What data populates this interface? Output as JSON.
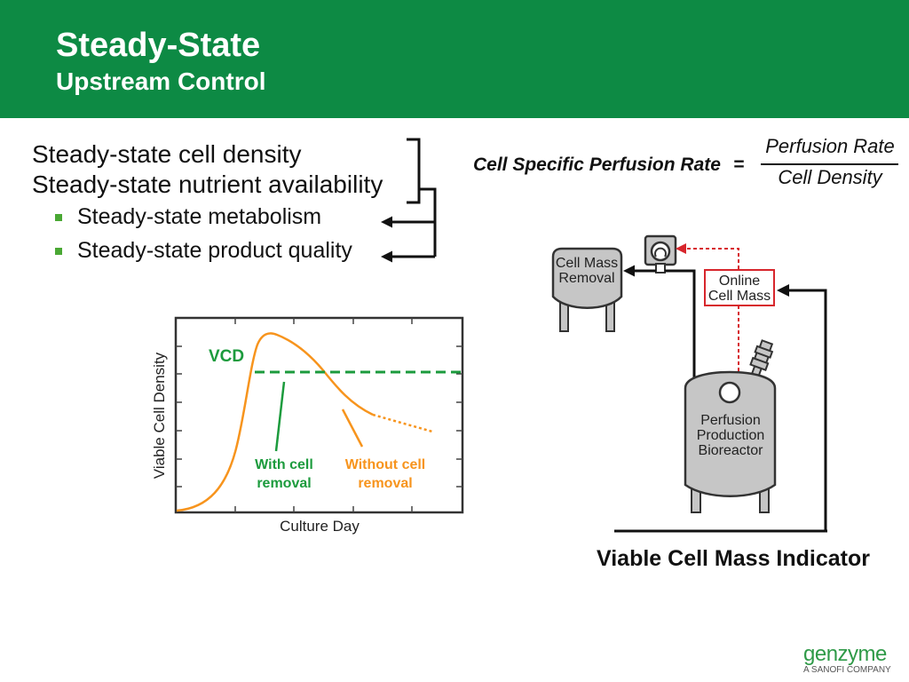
{
  "header": {
    "title": "Steady-State",
    "subtitle": "Upstream Control"
  },
  "statements": {
    "lines": [
      "Steady-state cell density",
      "Steady-state nutrient availability"
    ],
    "bullets": [
      "Steady-state metabolism",
      "Steady-state product quality"
    ]
  },
  "formula": {
    "label": "Cell Specific Perfusion Rate",
    "equals": "=",
    "numerator": "Perfusion Rate",
    "denominator": "Cell Density"
  },
  "growth_plot": {
    "y_axis_label": "Viable Cell Density",
    "x_axis_label": "Culture Day",
    "vcd_label": "VCD",
    "with_removal_label": [
      "With cell",
      "removal"
    ],
    "without_removal_label": [
      "Without cell",
      "removal"
    ]
  },
  "process_diagram": {
    "removal_tank_label": [
      "Cell Mass",
      "Removal"
    ],
    "sensor_label": [
      "Online",
      "Cell Mass"
    ],
    "bioreactor_label": [
      "Perfusion",
      "Production",
      "Bioreactor"
    ],
    "caption": "Viable Cell Mass Indicator"
  },
  "logo": {
    "wordmark": "genzyme",
    "tagline": "A SANOFI COMPANY"
  },
  "icons": {
    "bullet": "square-bullet-icon",
    "pump": "pump-icon",
    "probe": "sensor-probe-icon"
  },
  "colors": {
    "header_green": "#0d8a44",
    "bullet_green": "#4aa834",
    "with_removal_green": "#1c9b3d",
    "without_removal_orange": "#f7941d",
    "signal_red": "#d7262c",
    "vessel_gray": "#c6c6c6",
    "logo_green": "#2f9a48"
  }
}
